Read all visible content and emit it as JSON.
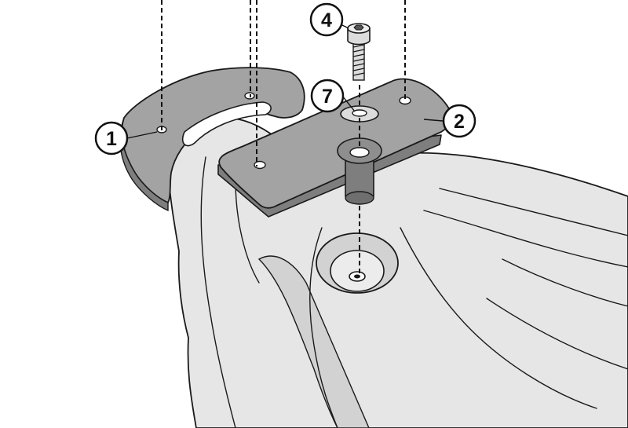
{
  "figure": {
    "kind": "assembly-exploded-view",
    "colors": {
      "background": "#ffffff",
      "outline": "#1a1a1a",
      "part_light": "#e6e6e6",
      "part_shade": "#d2d2d2",
      "bracket_fill": "#a3a3a3",
      "bracket_dark": "#7e7e7e",
      "hardware_fill": "#dcdcdc"
    }
  },
  "callouts": [
    {
      "id": "c1",
      "label": "1",
      "part": "side-bracket"
    },
    {
      "id": "c2",
      "label": "2",
      "part": "mounting-plate"
    },
    {
      "id": "c4",
      "label": "4",
      "part": "socket-head-bolt"
    },
    {
      "id": "c7",
      "label": "7",
      "part": "washer"
    }
  ]
}
